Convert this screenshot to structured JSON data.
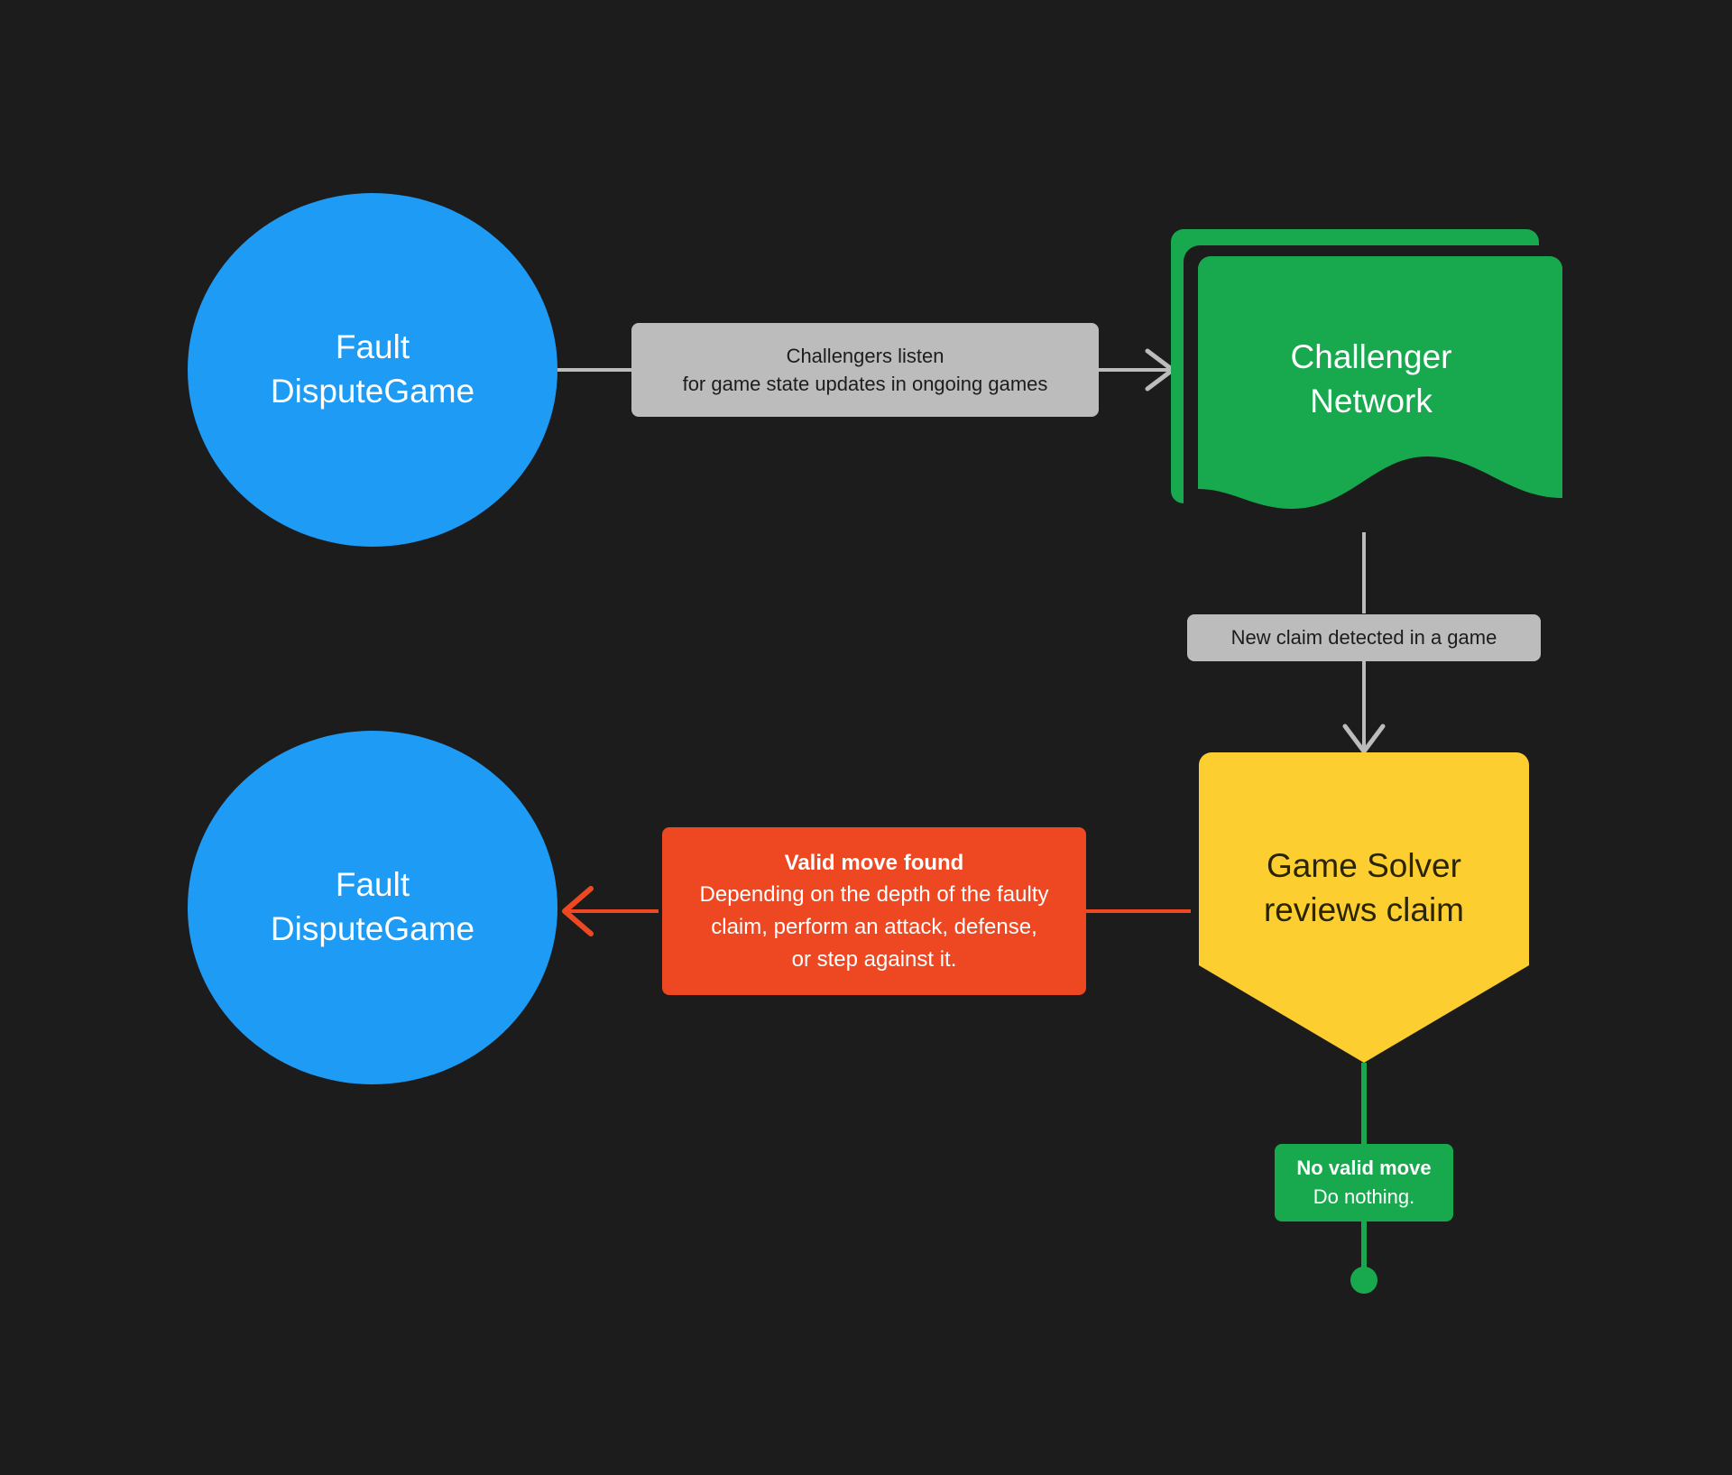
{
  "diagram": {
    "type": "flowchart",
    "background_color": "#1c1c1c",
    "nodes": [
      {
        "id": "fault-dispute-game-top",
        "shape": "circle",
        "color": "#1E9BF5",
        "text_color": "#ffffff",
        "label_line1": "Fault",
        "label_line2": "DisputeGame"
      },
      {
        "id": "challenger-network",
        "shape": "multi-document",
        "color": "#18A94F",
        "text_color": "#ffffff",
        "label_line1": "Challenger",
        "label_line2": "Network"
      },
      {
        "id": "game-solver",
        "shape": "shield-pentagon",
        "color": "#FCCE30",
        "text_color": "#2b2400",
        "label_line1": "Game Solver",
        "label_line2": "reviews claim"
      },
      {
        "id": "fault-dispute-game-bottom",
        "shape": "circle",
        "color": "#1E9BF5",
        "text_color": "#ffffff",
        "label_line1": "Fault",
        "label_line2": "DisputeGame"
      }
    ],
    "edges": [
      {
        "id": "edge-listen",
        "from": "fault-dispute-game-top",
        "to": "challenger-network",
        "color": "#bcbcbc",
        "label_line1": "Challengers listen",
        "label_line2": "for game state updates in ongoing games"
      },
      {
        "id": "edge-new-claim",
        "from": "challenger-network",
        "to": "game-solver",
        "color": "#bcbcbc",
        "label_line1": "New claim detected in a game"
      },
      {
        "id": "edge-valid-move",
        "from": "game-solver",
        "to": "fault-dispute-game-bottom",
        "color": "#EE4823",
        "label_line1": "Valid move found",
        "label_line2": "Depending on the depth of the faulty",
        "label_line3": "claim, perform an attack, defense,",
        "label_line4": "or step against it."
      },
      {
        "id": "edge-no-valid-move",
        "from": "game-solver",
        "to": "terminator-dot",
        "color": "#18A94F",
        "label_line1": "No valid move",
        "label_line2": "Do nothing."
      }
    ],
    "terminator": {
      "id": "terminator-dot",
      "shape": "circle-dot",
      "color": "#18A94F"
    }
  }
}
